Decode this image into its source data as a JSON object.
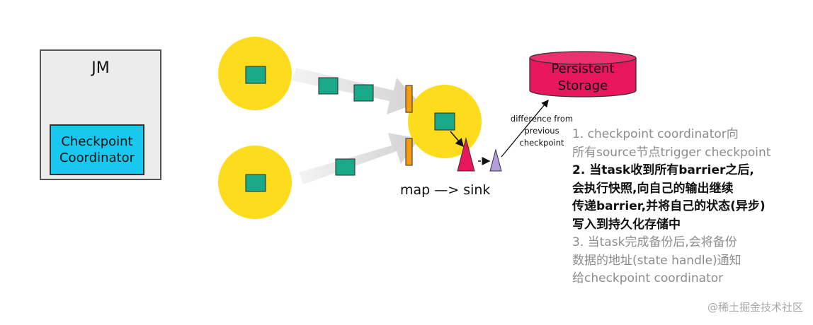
{
  "jm": {
    "title": "JM",
    "coordinator_line1": "Checkpoint",
    "coordinator_line2": "Coordinator"
  },
  "storage": {
    "line1": "Persistent",
    "line2": "Storage"
  },
  "operator_label": "map —> sink",
  "difference_label": {
    "line1": "difference from",
    "line2": "previous",
    "line3": "checkpoint"
  },
  "steps": {
    "step1": [
      "1. checkpoint coordinator向",
      "所有source节点trigger checkpoint"
    ],
    "step2": [
      "2. 当task收到所有barrier之后,",
      "会执行快照,向自己的输出继续",
      "传递barrier,并将自己的状态(异步)",
      "写入到持久化存储中"
    ],
    "step3": [
      "3. 当task完成备份后,会将备份",
      "数据的地址(state handle)通知",
      "给checkpoint coordinator"
    ]
  },
  "watermark": "@稀土掘金技术社区",
  "colors": {
    "task_node": "#fcdc1c",
    "record": "#1aaa8a",
    "barrier": "#f39c12",
    "snapshot_triangle": "#e8175d",
    "barrier_triangle": "#b39ddb",
    "storage": "#e8175d",
    "coordinator": "#19c8ee"
  }
}
